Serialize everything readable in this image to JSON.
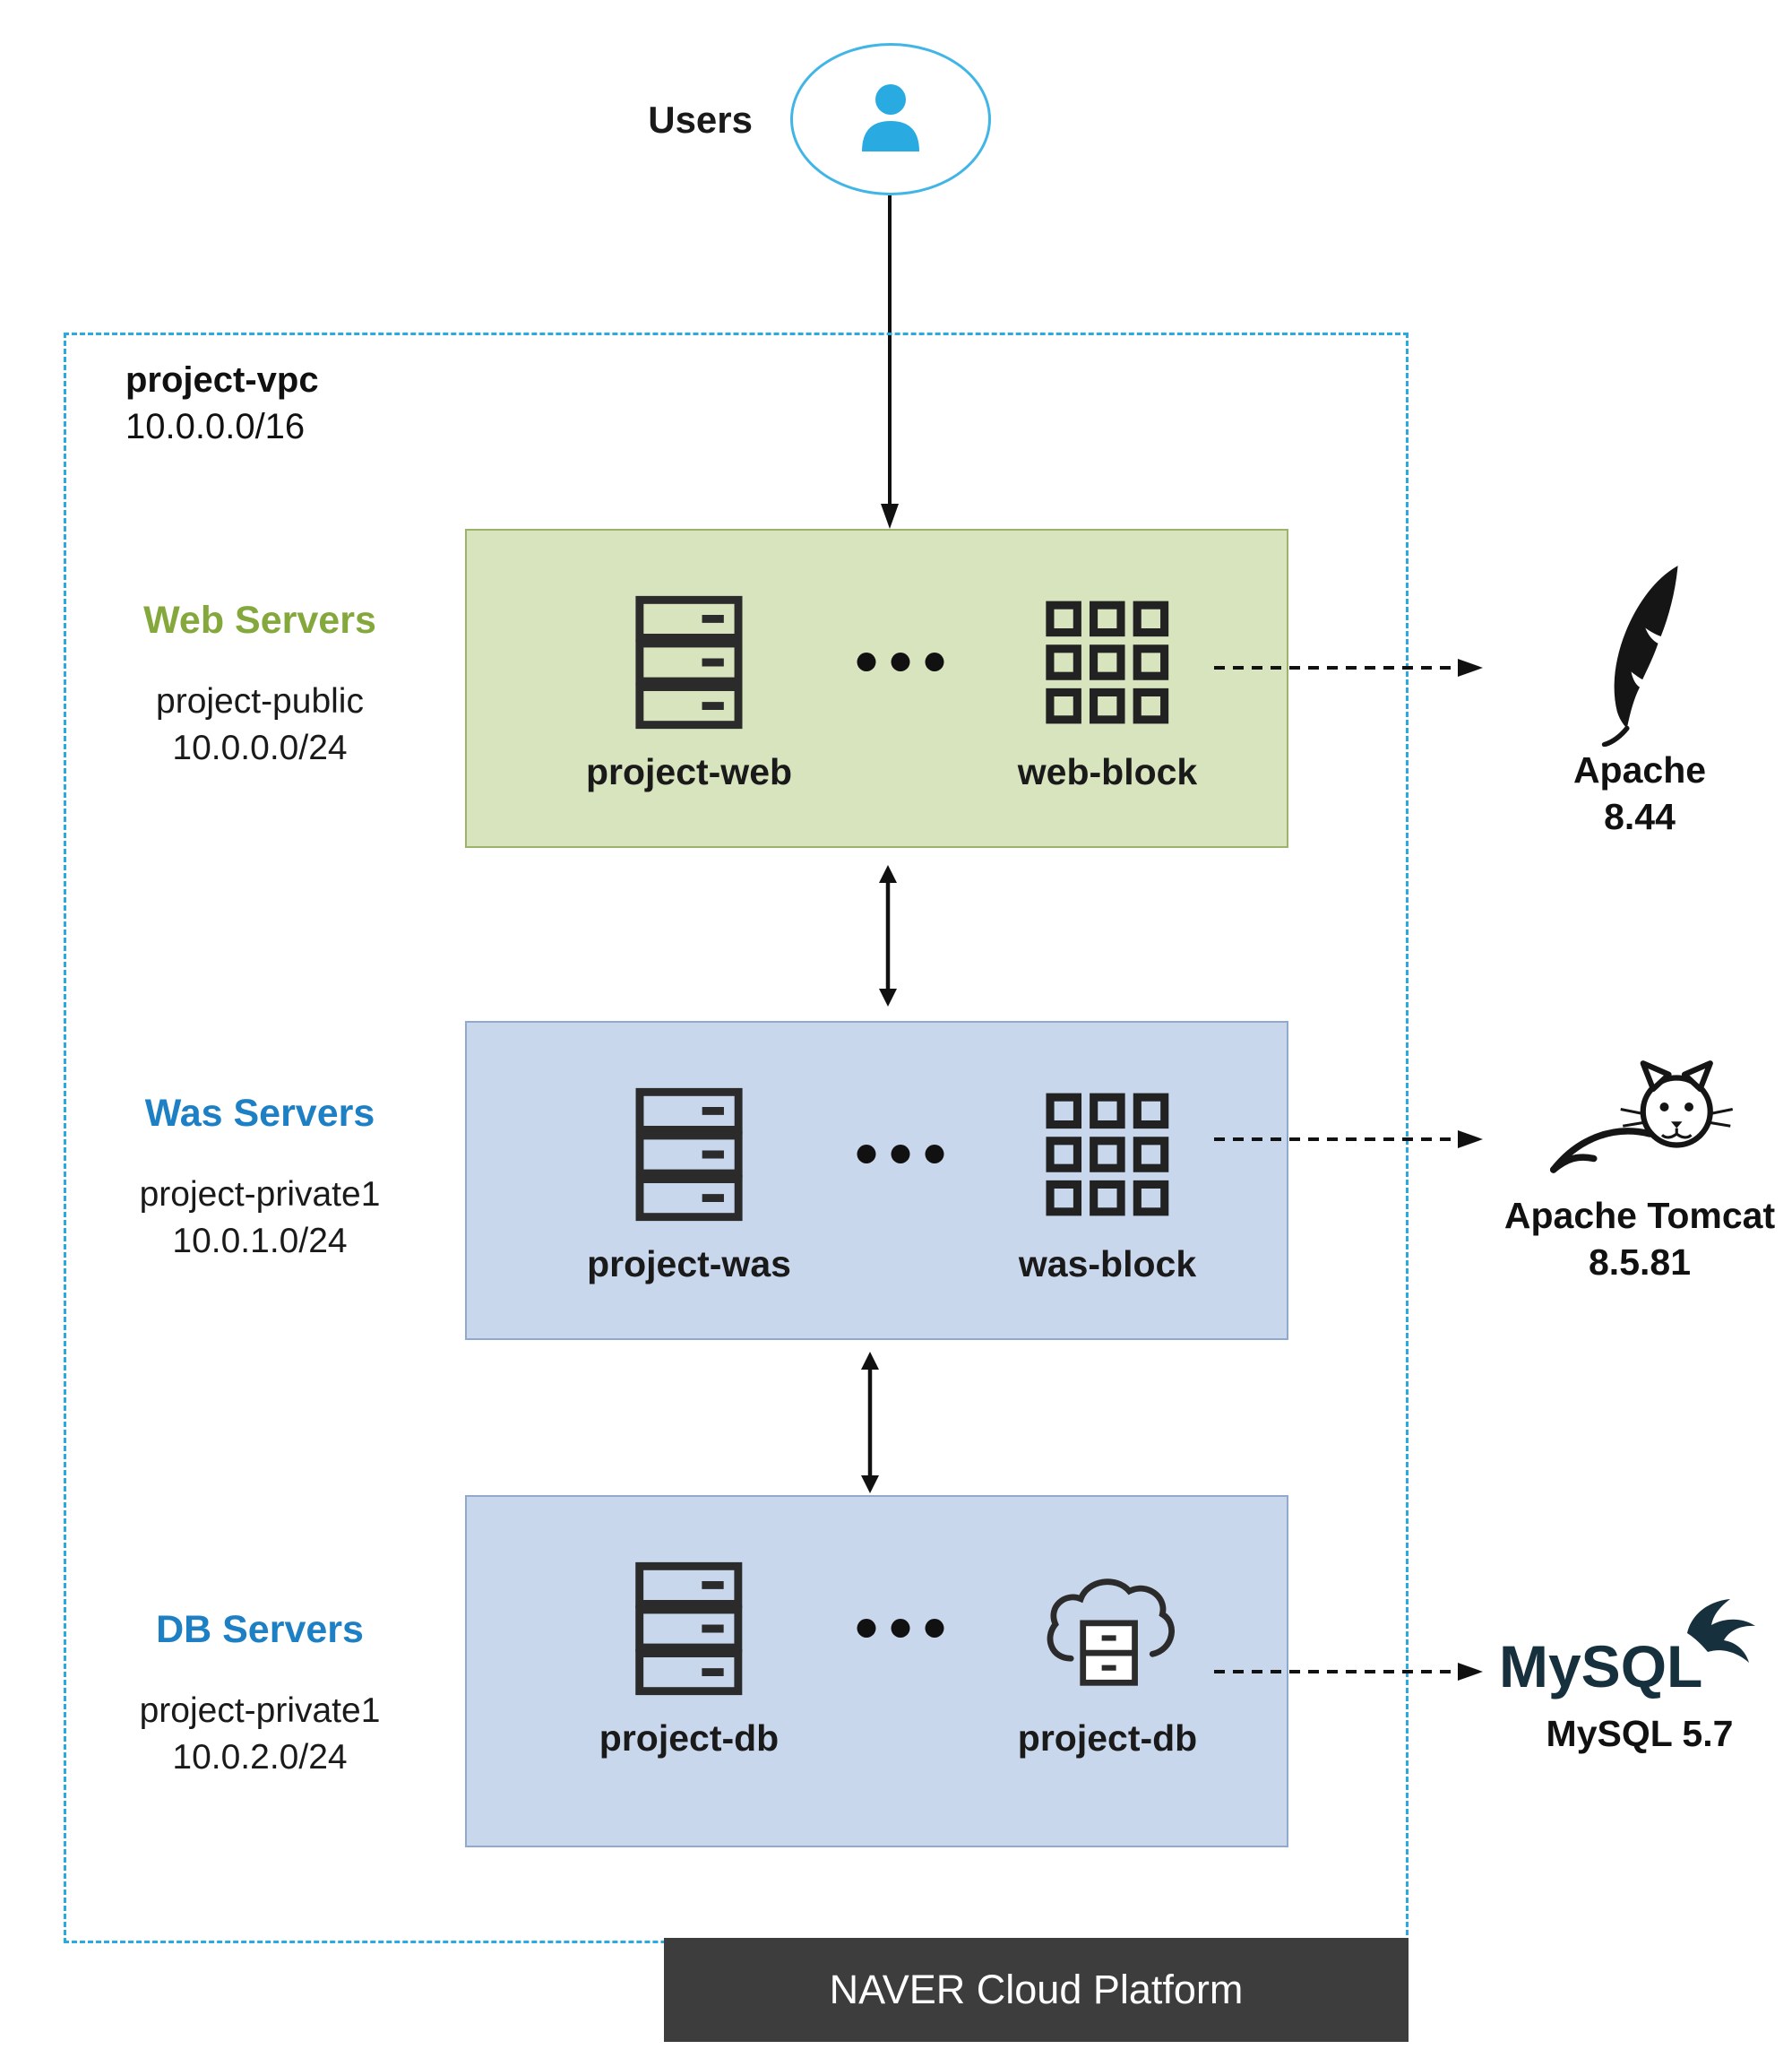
{
  "users": {
    "label": "Users"
  },
  "vpc": {
    "name": "project-vpc",
    "cidr": "10.0.0.0/16"
  },
  "tiers": [
    {
      "id": "web",
      "side_title": "Web Servers",
      "subnet_name": "project-public",
      "subnet_cidr": "10.0.0.0/24",
      "server_label": "project-web",
      "block_label": "web-block",
      "right_line1": "Apache",
      "right_line2": "8.44"
    },
    {
      "id": "was",
      "side_title": "Was Servers",
      "subnet_name": "project-private1",
      "subnet_cidr": "10.0.1.0/24",
      "server_label": "project-was",
      "block_label": "was-block",
      "right_line1": "Apache Tomcat",
      "right_line2": "8.5.81"
    },
    {
      "id": "db",
      "side_title": "DB Servers",
      "subnet_name": "project-private1",
      "subnet_cidr": "10.0.2.0/24",
      "server_label": "project-db",
      "block_label": "project-db",
      "logo_text": "MySQL",
      "right_line1": "MySQL 5.7"
    }
  ],
  "footer": {
    "label": "NAVER Cloud Platform"
  },
  "colors": {
    "accent_blue": "#29abe2",
    "user_icon_blue": "#29abe2",
    "web_fill": "#d7e4bd",
    "web_border": "#9cb469",
    "web_title": "#84a83c",
    "blue_fill": "#c9d7ec",
    "blue_border": "#91a9cc",
    "blue_title": "#1d7fc4",
    "footer_bg": "#3d3d3d"
  }
}
